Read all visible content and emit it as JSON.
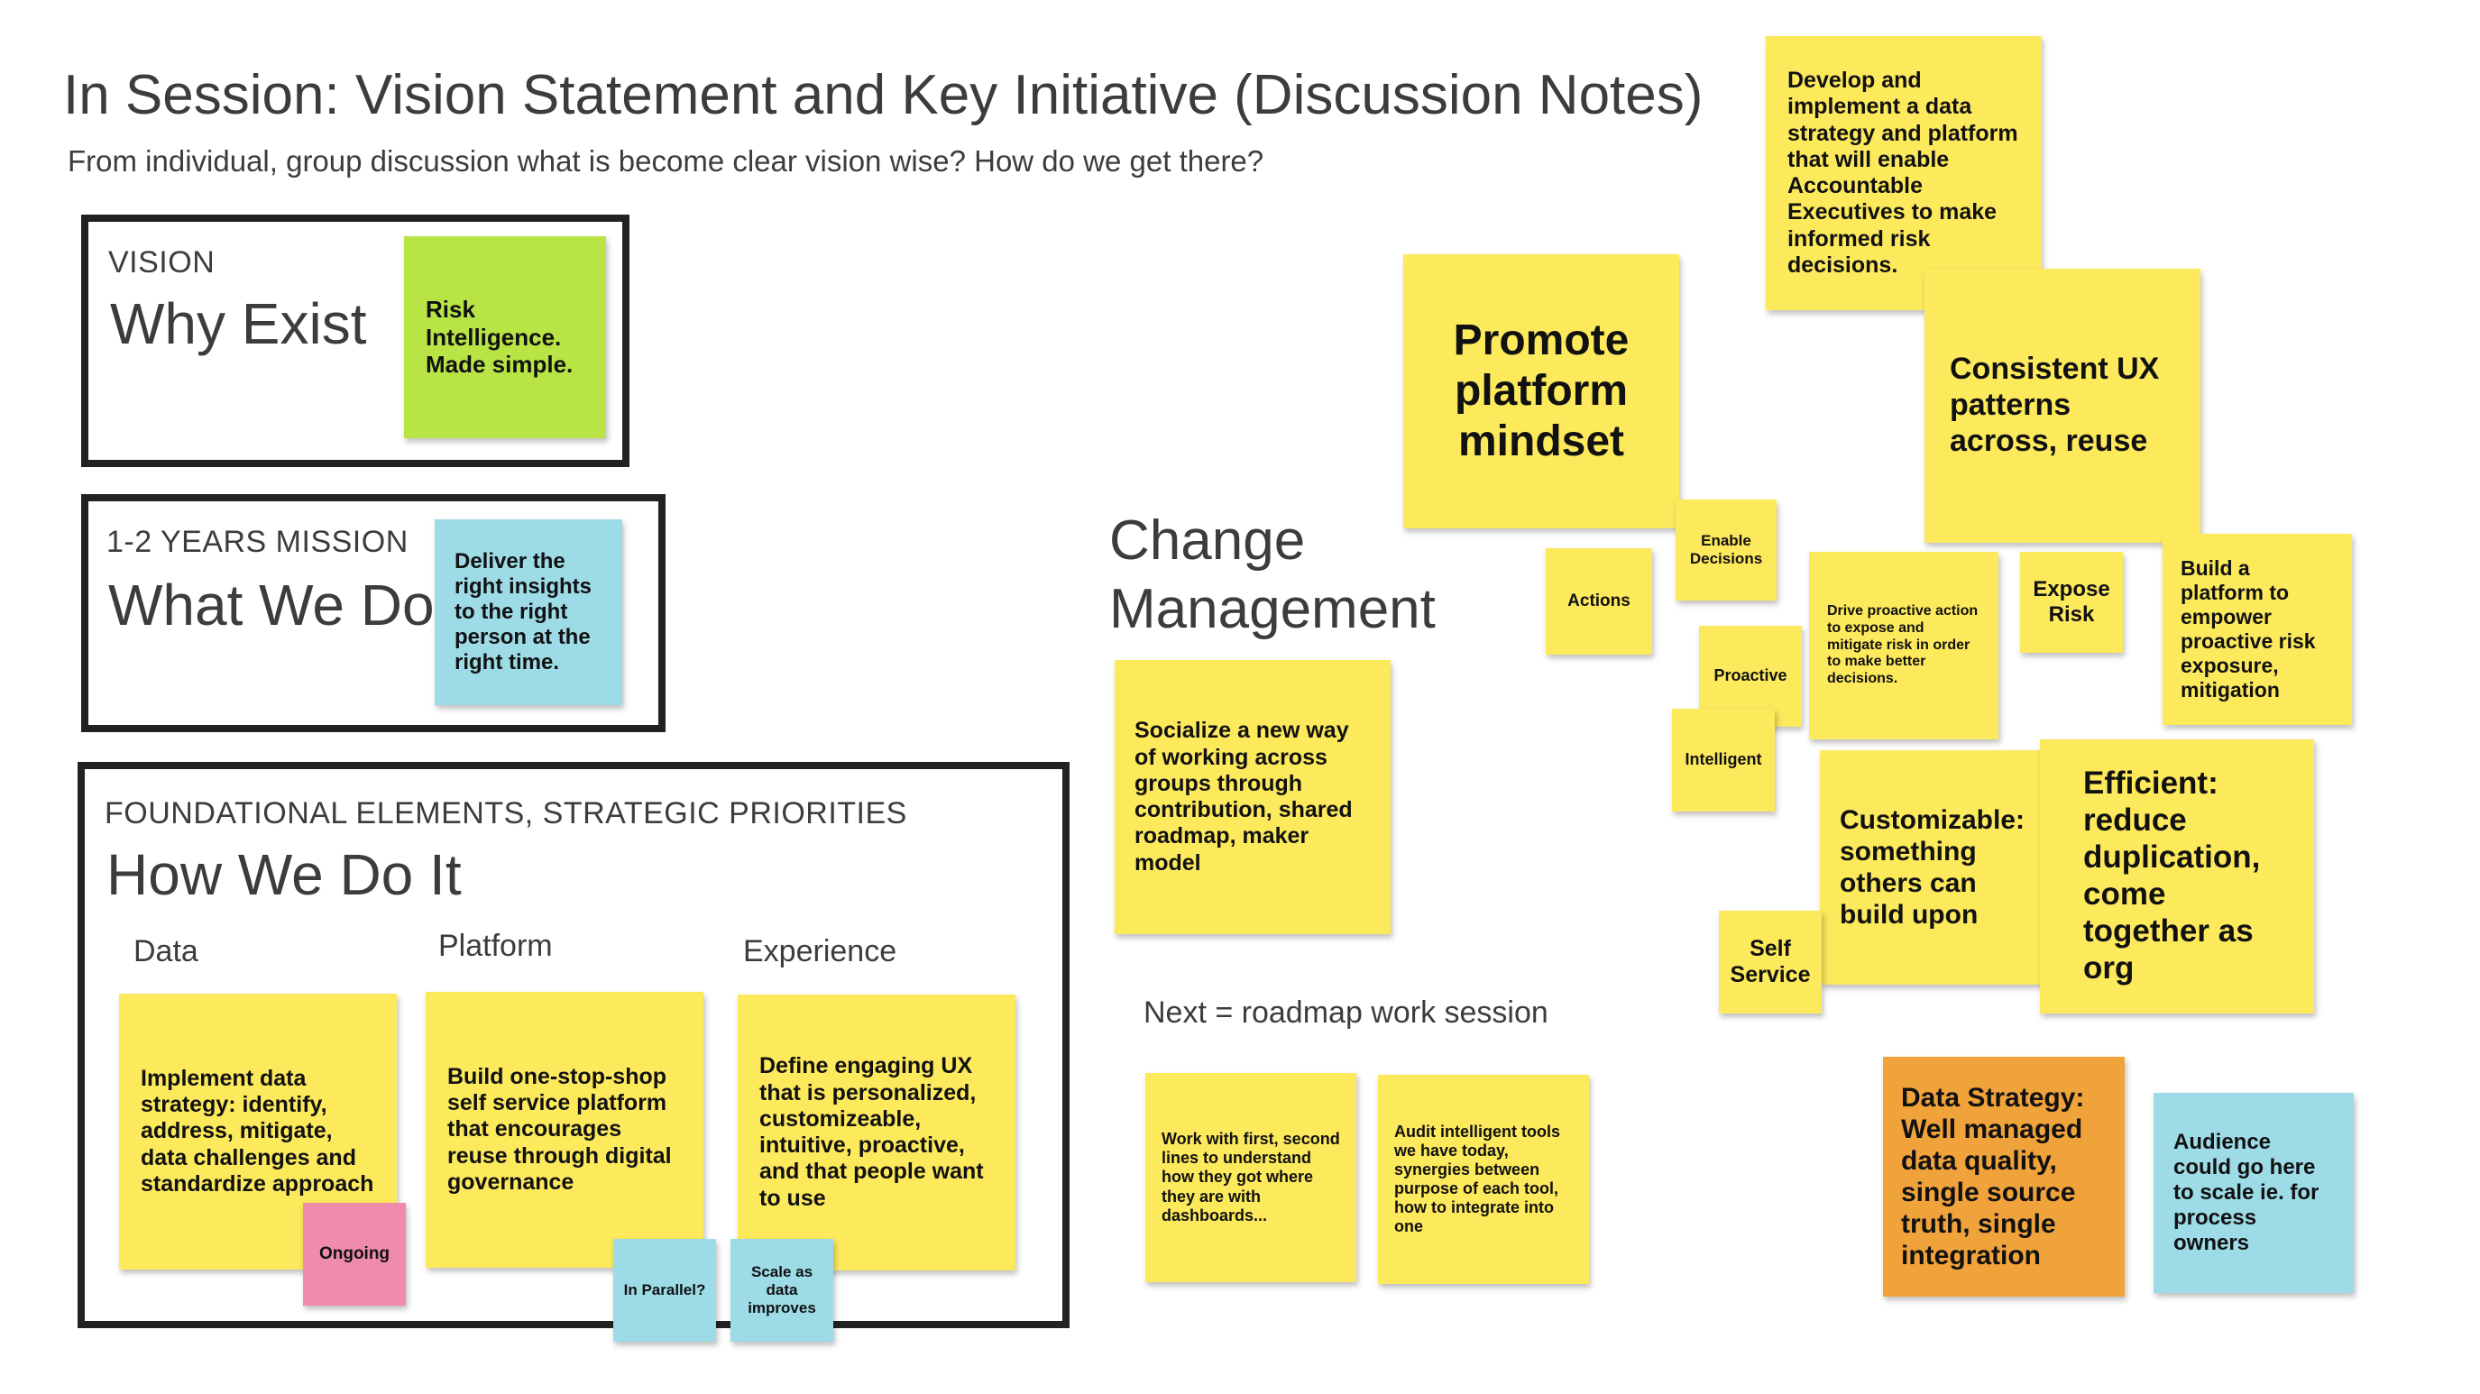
{
  "board": {
    "title": "In Session: Vision Statement and Key Initiative (Discussion Notes)",
    "subtitle": "From individual, group discussion what is become clear vision wise? How do we get there?"
  },
  "vision": {
    "label": "VISION",
    "heading": "Why Exist",
    "note": "Risk Intelligence. Made simple."
  },
  "mission": {
    "label": "1-2 YEARS MISSION",
    "heading": "What We Do",
    "note": "Deliver the right insights to the right person at the right time."
  },
  "foundational": {
    "label": "FOUNDATIONAL ELEMENTS, STRATEGIC PRIORITIES",
    "heading": "How We Do It",
    "columns": [
      {
        "header": "Data",
        "note": "Implement data strategy: identify, address, mitigate, data challenges and standardize approach"
      },
      {
        "header": "Platform",
        "note": "Build one-stop-shop self service platform that encourages reuse through digital governance"
      },
      {
        "header": "Experience",
        "note": "Define engaging UX that is personalized, customizeable, intuitive, proactive, and that people want to use"
      }
    ],
    "tags": {
      "ongoing": "Ongoing",
      "in_parallel": "In Parallel?",
      "scale": "Scale as data improves"
    }
  },
  "change_management": {
    "heading": "Change Management",
    "note": "Socialize a new way of working across groups through contribution, shared roadmap, maker model",
    "next_label": "Next = roadmap work session",
    "next_notes": [
      "Work with first, second lines to understand how they got where they are with dashboards...",
      "Audit intelligent tools we have today, synergies between purpose of each tool, how to integrate into one"
    ]
  },
  "cluster": {
    "data_strategy_note": "Develop and implement a data strategy and platform that will enable Accountable Executives to make informed risk decisions.",
    "promote": "Promote platform mindset",
    "consistent_ux": "Consistent UX patterns across, reuse",
    "enable_decisions": "Enable Decisions",
    "actions": "Actions",
    "proactive": "Proactive",
    "intelligent": "Intelligent",
    "drive_proactive": "Drive proactive action to expose and mitigate risk in order to make better decisions.",
    "expose_risk": "Expose Risk",
    "build_platform": "Build a platform to empower proactive risk exposure, mitigation",
    "customizable": "Customizable: something others can build upon",
    "efficient": "Efficient: reduce duplication, come together as org",
    "self_service": "Self Service",
    "data_strategy_quality": "Data Strategy: Well managed data quality, single source truth, single integration",
    "audience": "Audience could go here to scale ie. for process owners"
  },
  "colors": {
    "yellow": "#fde95c",
    "green": "#b9e446",
    "blue": "#9ddbe7",
    "pink": "#ef8bad",
    "orange": "#f0a23b"
  }
}
